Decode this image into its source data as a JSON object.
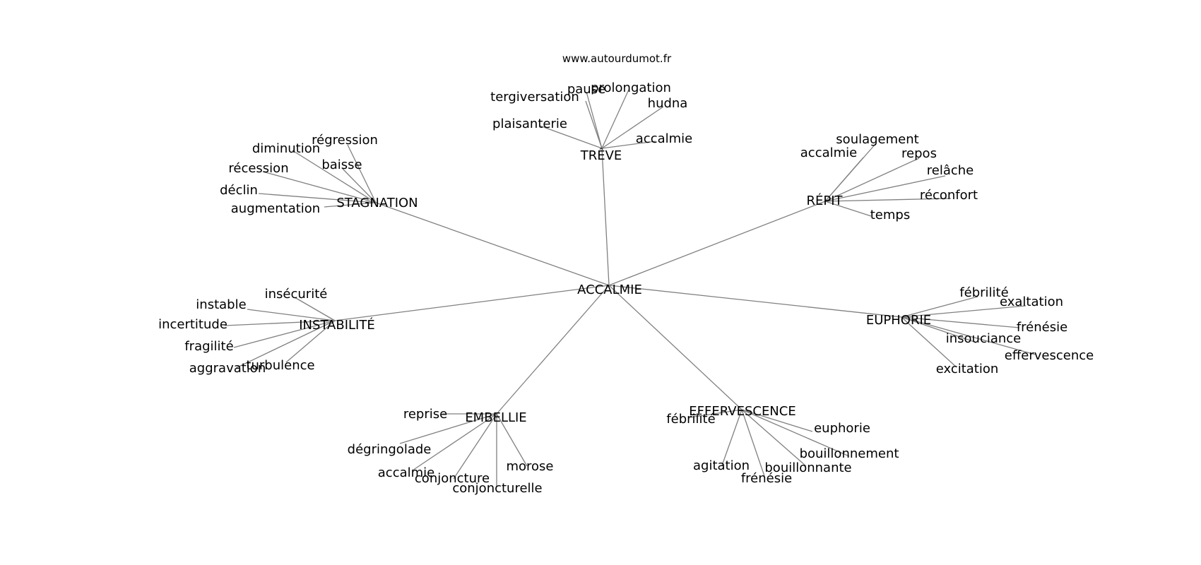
{
  "source": "www.autourdumot.fr",
  "center": "ACCALMIE",
  "groups": [
    {
      "label": "TRÊVE",
      "terms": [
        "pause",
        "prolongation",
        "tergiversation",
        "hudna",
        "plaisanterie",
        "accalmie"
      ]
    },
    {
      "label": "STAGNATION",
      "terms": [
        "régression",
        "diminution",
        "baisse",
        "récession",
        "déclin",
        "augmentation"
      ]
    },
    {
      "label": "RÉPIT",
      "terms": [
        "soulagement",
        "accalmie",
        "repos",
        "relâche",
        "réconfort",
        "temps"
      ]
    },
    {
      "label": "INSTABILITÉ",
      "terms": [
        "insécurité",
        "instable",
        "incertitude",
        "fragilité",
        "turbulence",
        "aggravation"
      ]
    },
    {
      "label": "EUPHORIE",
      "terms": [
        "fébrilité",
        "exaltation",
        "frénésie",
        "insouciance",
        "effervescence",
        "excitation"
      ]
    },
    {
      "label": "EMBELLIE",
      "terms": [
        "reprise",
        "dégringolade",
        "accalmie",
        "conjoncture",
        "morose",
        "conjoncturelle"
      ]
    },
    {
      "label": "EFFERVESCENCE",
      "terms": [
        "fébrilité",
        "euphorie",
        "bouillonnement",
        "agitation",
        "bouillonnante",
        "frénésie"
      ]
    }
  ]
}
